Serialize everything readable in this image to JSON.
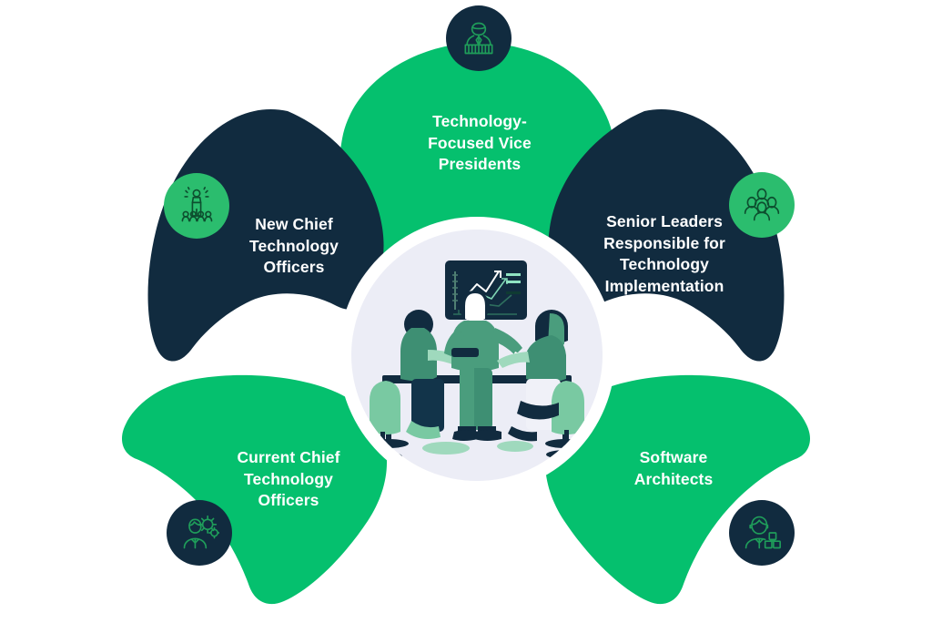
{
  "diagram": {
    "type": "radial-petal-diagram",
    "petal_count": 5,
    "colors": {
      "green": "#05c06e",
      "navy": "#112b3f",
      "badge_green": "#2bbd6e",
      "badge_navy": "#112b3f",
      "icon_stroke_green": "#1f9d5a",
      "center_circle": "#ecedf6",
      "background": "#ffffff",
      "label_text": "#ffffff"
    },
    "petals": [
      {
        "id": "technology-focused-vice-presidents",
        "position": "top",
        "label": "Technology-\nFocused Vice\nPresidents",
        "fill": "green",
        "icon": "executive-at-desk-icon",
        "badge_fill": "navy"
      },
      {
        "id": "new-chief-technology-officers",
        "position": "left",
        "label": "New Chief\nTechnology\nOfficers",
        "fill": "navy",
        "icon": "speaker-at-podium-icon",
        "badge_fill": "green"
      },
      {
        "id": "senior-leaders-responsible-for-technology-implementation",
        "position": "right",
        "label": "Senior Leaders\nResponsible for\nTechnology\nImplementation",
        "fill": "navy",
        "icon": "team-group-icon",
        "badge_fill": "green"
      },
      {
        "id": "current-chief-technology-officers",
        "position": "bottom-left",
        "label": "Current Chief\nTechnology\nOfficers",
        "fill": "green",
        "icon": "person-with-gears-icon",
        "badge_fill": "navy"
      },
      {
        "id": "software-architects",
        "position": "bottom-right",
        "label": "Software\nArchitects",
        "fill": "green",
        "icon": "person-with-modules-icon",
        "badge_fill": "navy"
      }
    ],
    "center": {
      "illustration": "business-team-presentation-illustration",
      "description": "Presenter standing at a screen showing rising line charts, with two colleagues seated at a table"
    }
  }
}
